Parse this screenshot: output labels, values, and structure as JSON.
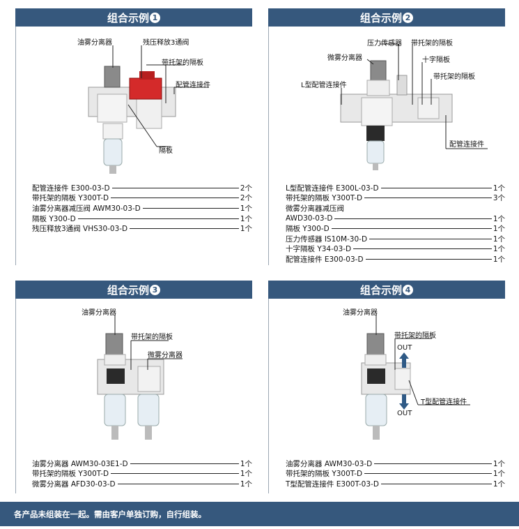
{
  "panels": [
    {
      "title": "组合示例",
      "num": "1",
      "labels": [
        "油雾分离器",
        "残压释放3通阀",
        "带托架的隔板",
        "配管连接件",
        "隔板"
      ],
      "parts": [
        {
          "name": "配管连接件 E300-03-D",
          "qty": "2个"
        },
        {
          "name": "带托架的隔板 Y300T-D",
          "qty": "2个"
        },
        {
          "name": "油雾分离器减压阀 AWM30-03-D",
          "qty": "1个"
        },
        {
          "name": "隔板 Y300-D",
          "qty": "1个"
        },
        {
          "name": "残压释放3通阀 VHS30-03-D",
          "qty": "1个"
        }
      ]
    },
    {
      "title": "组合示例",
      "num": "2",
      "labels": [
        "压力传感器",
        "带托架的隔板",
        "微雾分离器",
        "十字隔板",
        "L型配管连接件",
        "带托架的隔板",
        "配管连接件"
      ],
      "parts": [
        {
          "name": "L型配管连接件 E300L-03-D",
          "qty": "1个"
        },
        {
          "name": "带托架的隔板 Y300T-D",
          "qty": "3个"
        },
        {
          "name": "微雾分离器减压阀",
          "qty": ""
        },
        {
          "name": "AWD30-03-D",
          "qty": "1个"
        },
        {
          "name": "隔板 Y300-D",
          "qty": "1个"
        },
        {
          "name": "压力传感器 IS10M-30-D",
          "qty": "1个"
        },
        {
          "name": "十字隔板 Y34-03-D",
          "qty": "1个"
        },
        {
          "name": "配管连接件 E300-03-D",
          "qty": "1个"
        }
      ]
    },
    {
      "title": "组合示例",
      "num": "3",
      "labels": [
        "油雾分离器",
        "带托架的隔板",
        "微雾分离器"
      ],
      "parts": [
        {
          "name": "油雾分离器 AWM30-03E1-D",
          "qty": "1个"
        },
        {
          "name": "带托架的隔板 Y300T-D",
          "qty": "1个"
        },
        {
          "name": "微雾分离器 AFD30-03-D",
          "qty": "1个"
        }
      ]
    },
    {
      "title": "组合示例",
      "num": "4",
      "labels": [
        "油雾分离器",
        "带托架的隔板",
        "OUT",
        "T型配管连接件",
        "OUT"
      ],
      "parts": [
        {
          "name": "油雾分离器 AWM30-03-D",
          "qty": "1个"
        },
        {
          "name": "带托架的隔板 Y300T-D",
          "qty": "1个"
        },
        {
          "name": "T型配管连接件 E300T-03-D",
          "qty": "1个"
        }
      ]
    }
  ],
  "footer": "各产品未组装在一起。需由客户单独订购，自行组装。",
  "colors": {
    "header_bg": "#36587d",
    "accent_blue": "#2f5a86",
    "valve_red": "#d42a2a"
  }
}
